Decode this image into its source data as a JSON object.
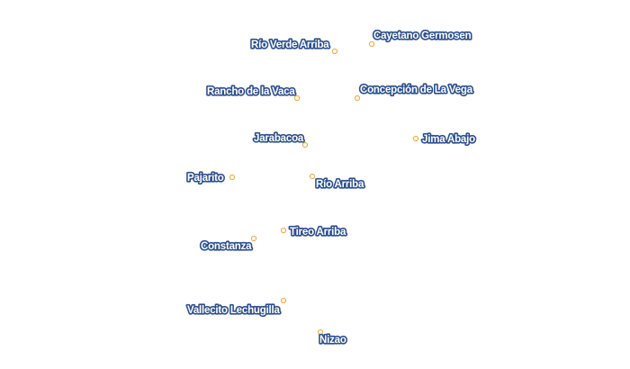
{
  "style": {
    "label_color": "#ffffff",
    "label_halo_color": "#2c4f8a",
    "marker_stroke": "#e8b04a",
    "marker_fill": "#fffaf0",
    "background": "#ffffff"
  },
  "places": [
    {
      "id": "rio-verde-arriba",
      "name": "Río Verde Arriba"
    },
    {
      "id": "cayetano-germosen",
      "name": "Cayetano Germosen"
    },
    {
      "id": "rancho-de-la-vaca",
      "name": "Rancho de la Vaca"
    },
    {
      "id": "concepcion-de-la-vega",
      "name": "Concepción de La Vega"
    },
    {
      "id": "jarabacoa",
      "name": "Jarabacoa"
    },
    {
      "id": "jima-abajo",
      "name": "Jima Abajo"
    },
    {
      "id": "pajarito",
      "name": "Pajarito"
    },
    {
      "id": "rio-arriba",
      "name": "Río Arriba"
    },
    {
      "id": "tireo-arriba",
      "name": "Tireo Arriba"
    },
    {
      "id": "constanza",
      "name": "Constanza"
    },
    {
      "id": "vallecito-lechugilla",
      "name": "Vallecito Lechugilla"
    },
    {
      "id": "nizao",
      "name": "Nizao"
    }
  ]
}
